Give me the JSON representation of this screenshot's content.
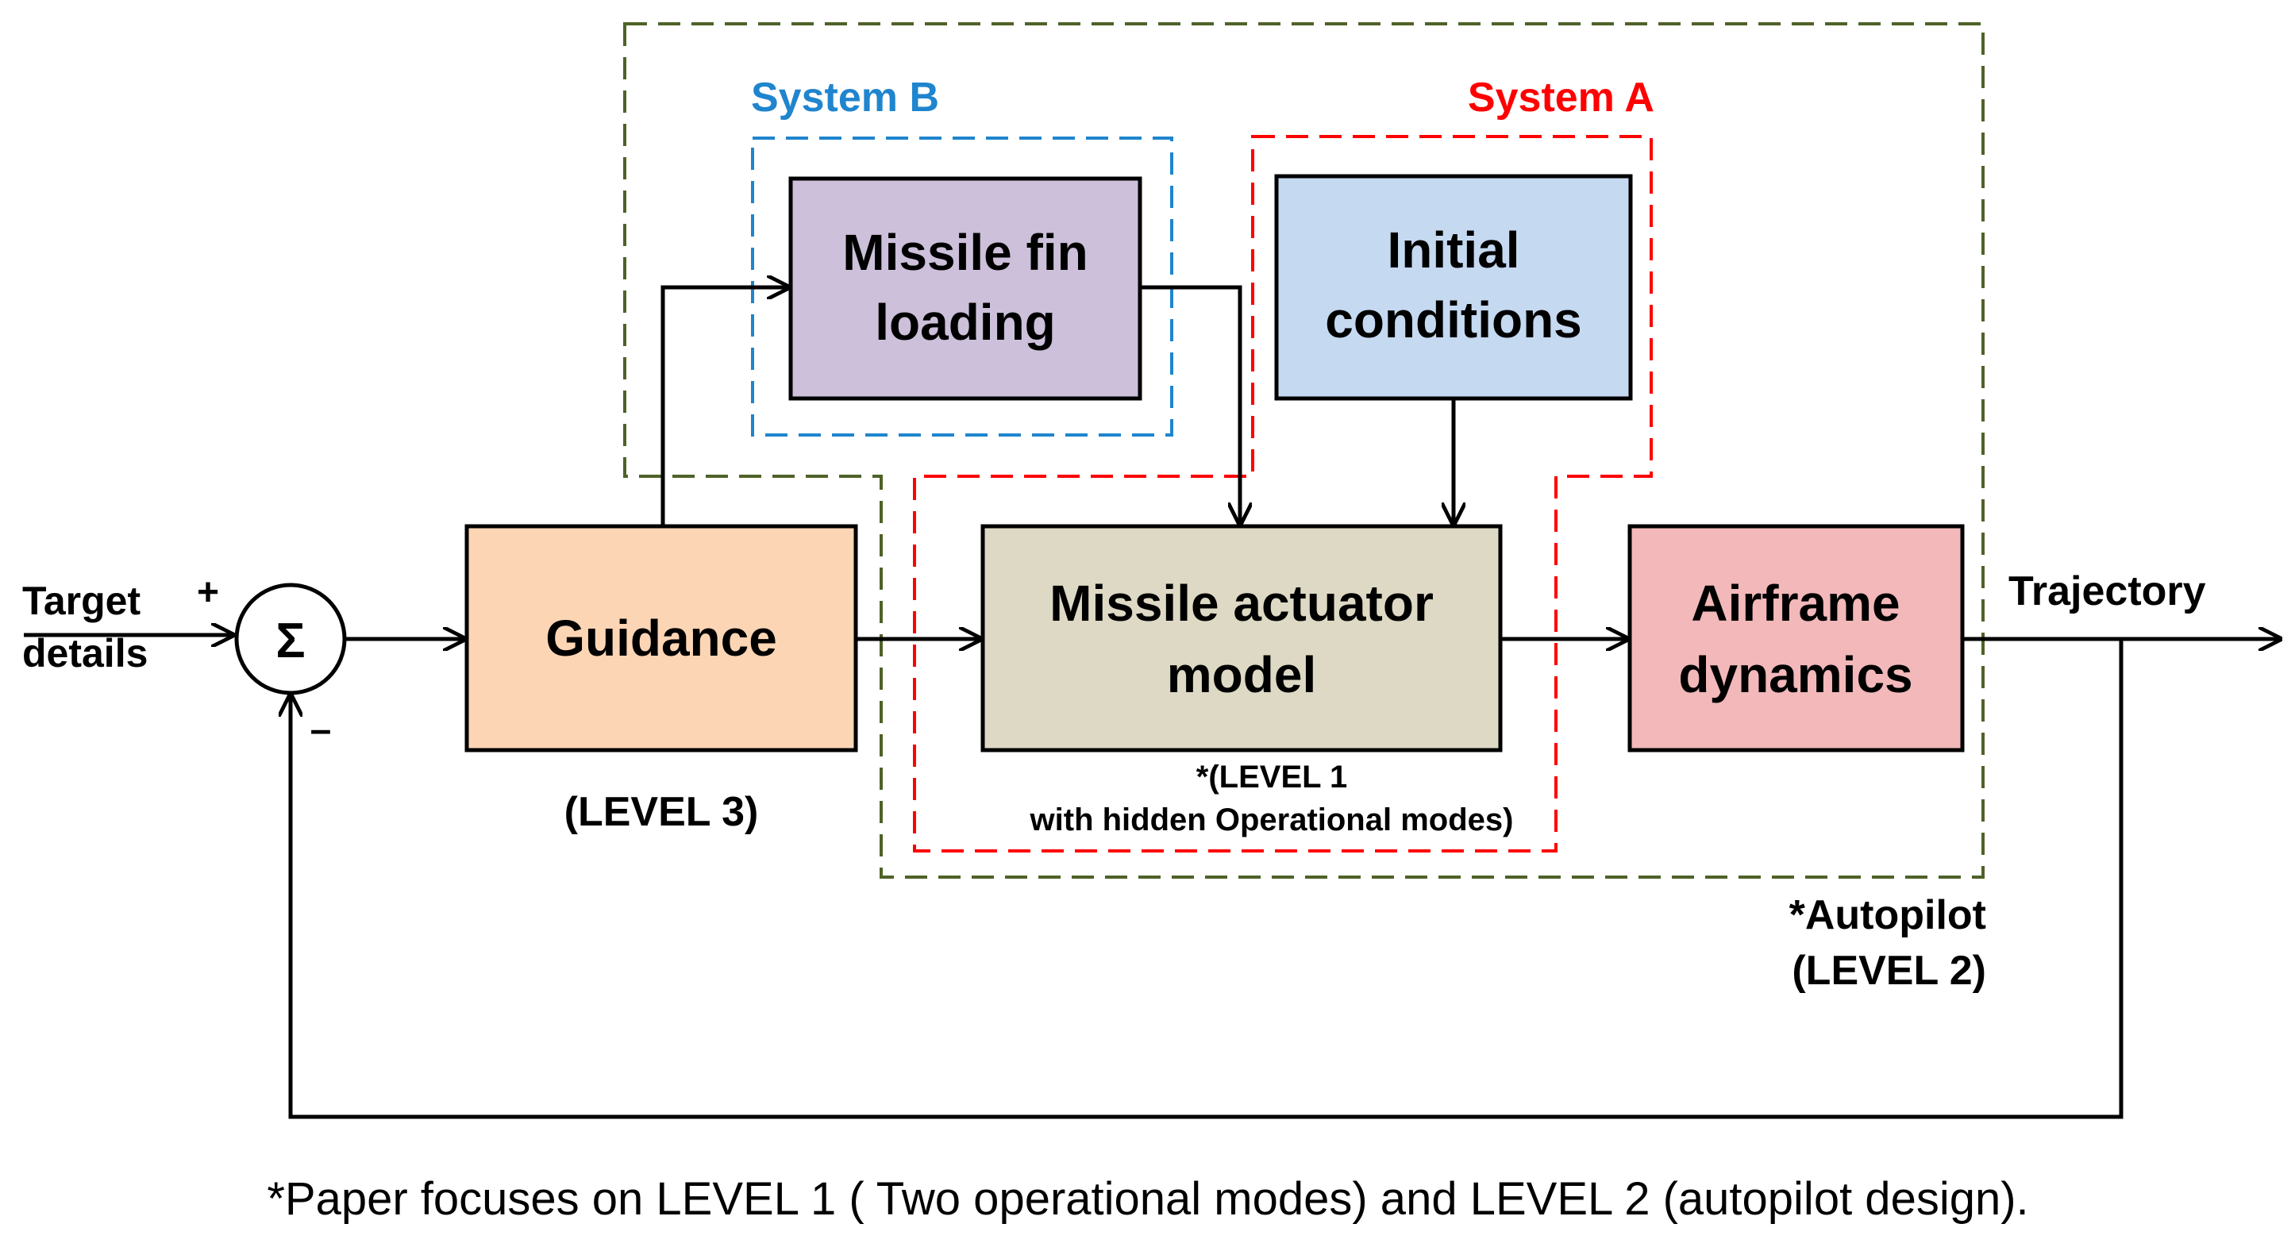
{
  "blocks": {
    "guidance": "Guidance",
    "fin_loading_line1": "Missile fin",
    "fin_loading_line2": "loading",
    "initial_conditions_line1": "Initial",
    "initial_conditions_line2": "conditions",
    "actuator_line1": "Missile actuator",
    "actuator_line2": "model",
    "airframe_line1": "Airframe",
    "airframe_line2": "dynamics"
  },
  "colors": {
    "guidance_fill": "#FCD5B5",
    "fin_loading_fill": "#CCC0DA",
    "initial_conditions_fill": "#C5D9F1",
    "actuator_fill": "#DDD9C4",
    "airframe_fill": "#F2B8BA",
    "system_a": "#FF0000",
    "system_b": "#1F85CE",
    "autopilot": "#4F6228"
  },
  "summing_junction": {
    "symbol": "Σ",
    "plus": "+",
    "minus": "–"
  },
  "inputs": {
    "target_line1": "Target",
    "target_line2": "details"
  },
  "outputs": {
    "trajectory": "Trajectory"
  },
  "groups": {
    "system_a": "System A",
    "system_b": "System B",
    "autopilot_line1": "*Autopilot",
    "autopilot_line2": "(LEVEL 2)"
  },
  "levels": {
    "guidance": "(LEVEL 3)",
    "actuator_line1": "*(LEVEL 1",
    "actuator_line2": "with hidden Operational modes)"
  },
  "footnote": "*Paper focuses on LEVEL 1 ( Two operational modes) and LEVEL 2 (autopilot design)."
}
